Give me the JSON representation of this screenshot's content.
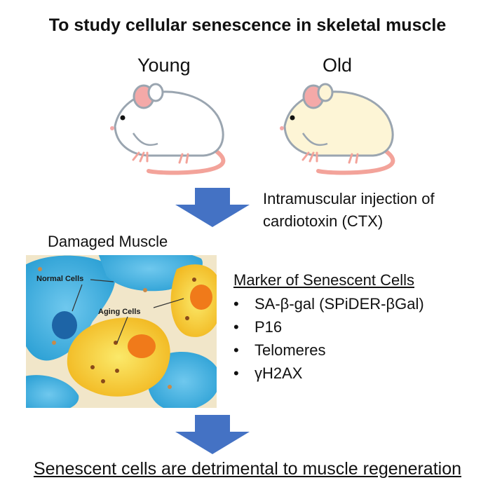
{
  "title": "To study cellular senescence in skeletal muscle",
  "groups": {
    "young_label": "Young",
    "old_label": "Old"
  },
  "injection_text": [
    "Intramuscular injection of",
    "cardiotoxin (CTX)"
  ],
  "damaged_label": "Damaged Muscle",
  "panel_labels": {
    "normal": "Normal Cells",
    "aging": "Aging Cells"
  },
  "markers": {
    "title": "Marker of Senescent Cells",
    "bullet": "•",
    "items": [
      "SA-β-gal (SPiDER-βGal)",
      "P16",
      "Telomeres",
      "γH2AX"
    ]
  },
  "conclusion": "Senescent cells are detrimental to muscle regeneration",
  "colors": {
    "arrow": "#4472c4",
    "young_mouse_body": "#ffffff",
    "old_mouse_body": "#fdf5d6",
    "mouse_outline": "#9aa5b0",
    "ear": "#f4a9a8",
    "tail": "#f3a39a",
    "normal_cell": "#35a9d8",
    "nucleus_normal": "#1d64a6",
    "aging_cell": "#f7d22a",
    "nucleus_aging": "#f07a1a",
    "tissue_background": "#f1e6c9"
  }
}
